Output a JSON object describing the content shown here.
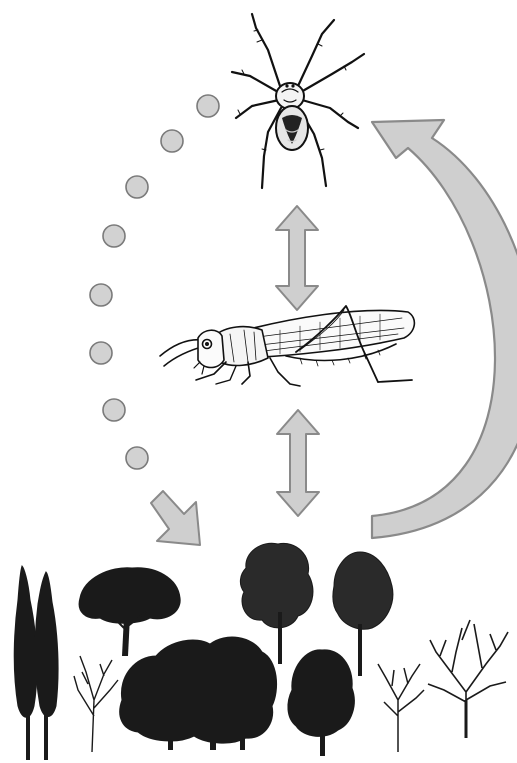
{
  "diagram": {
    "colors": {
      "arrow_fill": "#cfcfcf",
      "arrow_stroke": "#8a8a8a",
      "dot_fill": "#d2d2d2",
      "dot_stroke": "#7a7a7a",
      "ink": "#111111",
      "tree_fill": "#1a1a1a"
    },
    "organisms": [
      {
        "id": "spider",
        "kind": "predator",
        "icon": "spider-icon"
      },
      {
        "id": "grasshopper",
        "kind": "herbivore",
        "icon": "grasshopper-icon"
      },
      {
        "id": "trees",
        "kind": "producers",
        "icon": "tree-icon",
        "count": 8
      }
    ],
    "connections": [
      {
        "from": "spider",
        "to": "grasshopper",
        "style": "double-arrow"
      },
      {
        "from": "grasshopper",
        "to": "trees",
        "style": "double-arrow"
      },
      {
        "from": "trees",
        "to": "spider",
        "style": "curved-arrow"
      },
      {
        "from": "spider",
        "to": "trees",
        "style": "dotted-path",
        "dot_count": 8
      }
    ]
  }
}
